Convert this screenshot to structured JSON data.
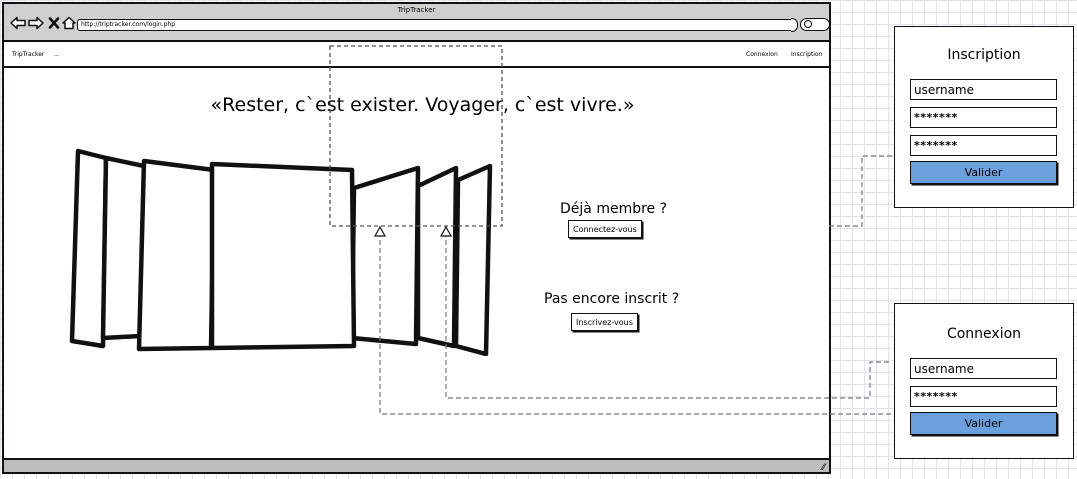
{
  "browser": {
    "window_title": "TripTracker",
    "url": "http://triptracker.com/login.php",
    "icons": [
      "back-arrow-icon",
      "forward-arrow-icon",
      "close-x-icon",
      "home-icon",
      "search-icon",
      "resize-grip-icon"
    ]
  },
  "site_nav": {
    "brand": "TripTracker",
    "more": "...",
    "links": [
      "Connexion",
      "Inscription"
    ]
  },
  "main": {
    "quote": "«Rester, c`est exister. Voyager, c`est vivre.»",
    "member_prompt": "Déjà membre ?",
    "member_button": "Connectez-vous",
    "signup_prompt": "Pas encore inscrit ?",
    "signup_button": "Inscrivez-vous"
  },
  "signup_panel": {
    "title": "Inscription",
    "username_value": "username",
    "password_value": "*******",
    "password_confirm_value": "*******",
    "submit_label": "Valider"
  },
  "login_panel": {
    "title": "Connexion",
    "username_value": "username",
    "password_value": "*******",
    "submit_label": "Valider"
  },
  "colors": {
    "submit_fill": "#6aa0dc",
    "grid_line": "#dfe3ea",
    "titlebar": "#cfcfcf"
  }
}
